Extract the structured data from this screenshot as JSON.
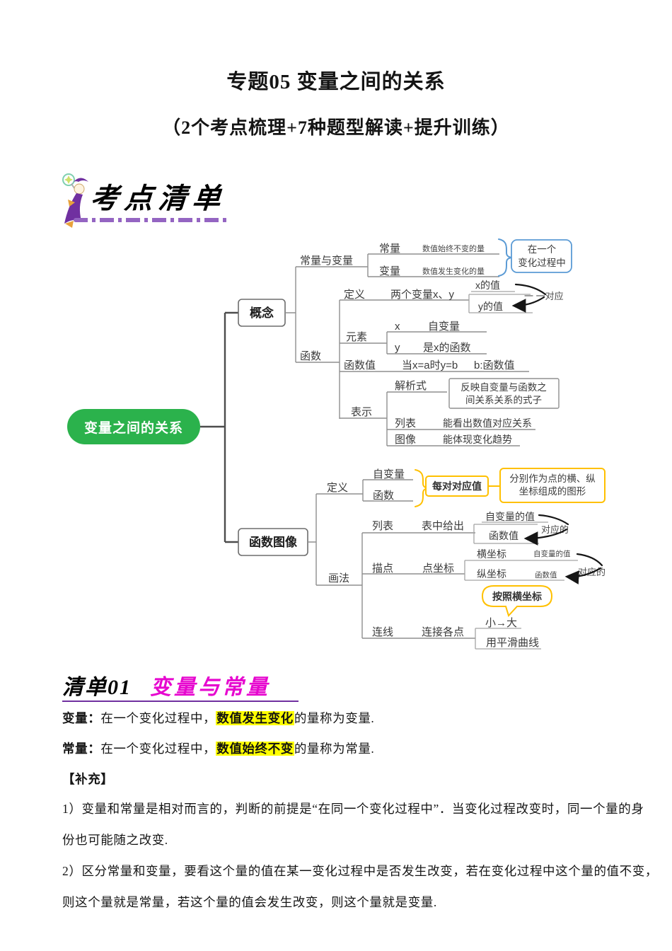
{
  "page": {
    "title": "专题05 变量之间的关系",
    "subtitle": "（2个考点梳理+7种题型解读+提升训练）"
  },
  "banner": {
    "title": "考点清单"
  },
  "colors": {
    "green": "#2bb24c",
    "blue": "#5b9bd5",
    "amber": "#ffc000",
    "purple": "#7030a0",
    "magenta": "#e607cf",
    "highlight": "#ffff00"
  },
  "mindmap": {
    "root": "变量之间的关系",
    "concept": {
      "label": "概念",
      "clv": {
        "label": "常量与变量",
        "const": "常量",
        "const_desc": "数值始终不变的量",
        "var": "变量",
        "var_desc": "数值发生变化的量",
        "scope1": "在一个",
        "scope2": "变化过程中"
      },
      "fn": {
        "label": "函数",
        "def": {
          "label": "定义",
          "desc": "两个变量x、y",
          "x": "x的值",
          "y": "y的值",
          "map": "一 一对应"
        },
        "elem": {
          "label": "元素",
          "x": "x",
          "x_desc": "自变量",
          "y": "y",
          "y_desc": "是x的函数"
        },
        "val": {
          "label": "函数值",
          "desc": "当x=a时y=b",
          "note": "b:函数值"
        },
        "rep": {
          "label": "表示",
          "formula": "解析式",
          "formula_d1": "反映自变量与函数之",
          "formula_d2": "间关系关系的式子",
          "table": "列表",
          "table_desc": "能看出数值对应关系",
          "image": "图像",
          "image_desc": "能体现变化趋势"
        }
      }
    },
    "graph": {
      "label": "函数图像",
      "def": {
        "label": "定义",
        "indep": "自变量",
        "func": "函数",
        "pair": "每对对应值",
        "desc1": "分别作为点的横、纵",
        "desc2": "坐标组成的图形"
      },
      "draw": {
        "label": "画法",
        "table": {
          "label": "列表",
          "desc": "表中给出",
          "top": "自变量的值",
          "bottom": "函数值",
          "corr": "对应的"
        },
        "plot": {
          "label": "描点",
          "desc": "点坐标",
          "row1": "横坐标",
          "row1_d": "自变量的值",
          "row2": "纵坐标",
          "row2_d": "函数值",
          "corr": "对应的",
          "bubble": "按照横坐标"
        },
        "line": {
          "label": "连线",
          "desc": "连接各点",
          "order": "小→大",
          "smooth": "用平滑曲线"
        }
      }
    }
  },
  "section": {
    "num": "清单01",
    "topic": "变量与常量",
    "p1": {
      "lead": "变量：",
      "pre": "在一个变化过程中，",
      "hl": "数值发生变化",
      "post": "的量称为变量."
    },
    "p2": {
      "lead": "常量：",
      "pre": "在一个变化过程中，",
      "hl": "数值始终不变",
      "post": "的量称为常量."
    },
    "supplement": "【补充】",
    "n1a": "1）变量和常量是相对而言的，判断的前提是“在同一个变化过程中”．当变化过程改变时，同一个量的身",
    "n1b": "份也可能随之改变.",
    "n2a": "2）区分常量和变量，要看这个量的值在某一变化过程中是否发生改变，若在变化过程中这个量的值不变，",
    "n2b": "则这个量就是常量，若这个量的值会发生改变，则这个量就是变量."
  }
}
